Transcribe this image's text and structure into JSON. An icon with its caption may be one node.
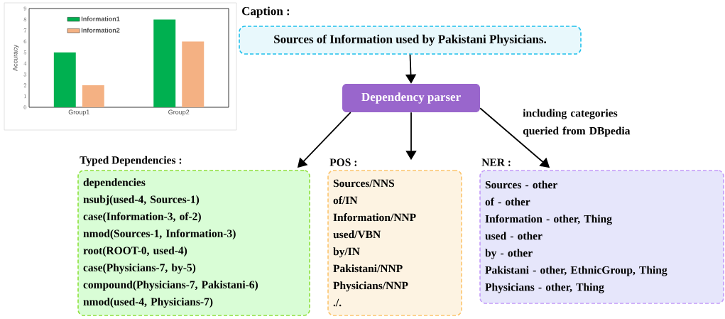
{
  "diagram": {
    "nodes": [
      {
        "text": [
          "Caption :",
          "Sources of Information used by Pakistani Physicians."
        ]
      },
      {
        "text": [
          "Dependency parser"
        ]
      },
      {
        "text": [
          "Typed Dependencies :",
          "dependencies",
          "nsubj(used-4, Sources-1)",
          "case(Information-3, of-2)",
          "nmod(Sources-1, Information-3)",
          "root(ROOT-0, used-4)",
          "case(Physicians-7, by-5)",
          "compound(Physicians-7, Pakistani-6)",
          "nmod(used-4, Physicians-7)"
        ]
      },
      {
        "text": [
          "POS :",
          "Sources/NNS",
          "of/IN",
          "Information/NNP",
          "used/VBN",
          "by/IN",
          "Pakistani/NNP",
          "Physicians/NNP",
          "./."
        ]
      },
      {
        "text": [
          "NER :",
          "Sources - other",
          "of - other",
          "Information - other, Thing",
          "used - other",
          "by - other",
          "Pakistani - other, EthnicGroup, Thing",
          "Physicians - other, Thing"
        ]
      }
    ],
    "edges": [
      {
        "from": 0,
        "to": 1,
        "arrow": "to"
      },
      {
        "from": 1,
        "to": 2,
        "arrow": "to"
      },
      {
        "from": 1,
        "to": 3,
        "arrow": "to"
      },
      {
        "from": 1,
        "to": 4,
        "arrow": "to",
        "label": "including categories queried from DBpedia"
      }
    ],
    "chart_data": {
      "type": "bar",
      "ylabel": "Accuracy",
      "categories": [
        "Group1",
        "Group2"
      ],
      "series": [
        {
          "name": "Information1",
          "color": "#00b050",
          "values": [
            5,
            8
          ]
        },
        {
          "name": "Information2",
          "color": "#f4b183",
          "values": [
            2,
            6
          ]
        }
      ],
      "legend": "upper left",
      "ylim": [
        0,
        9
      ],
      "yticks": [
        0,
        1,
        2,
        3,
        4,
        5,
        6,
        7,
        8,
        9
      ]
    }
  }
}
